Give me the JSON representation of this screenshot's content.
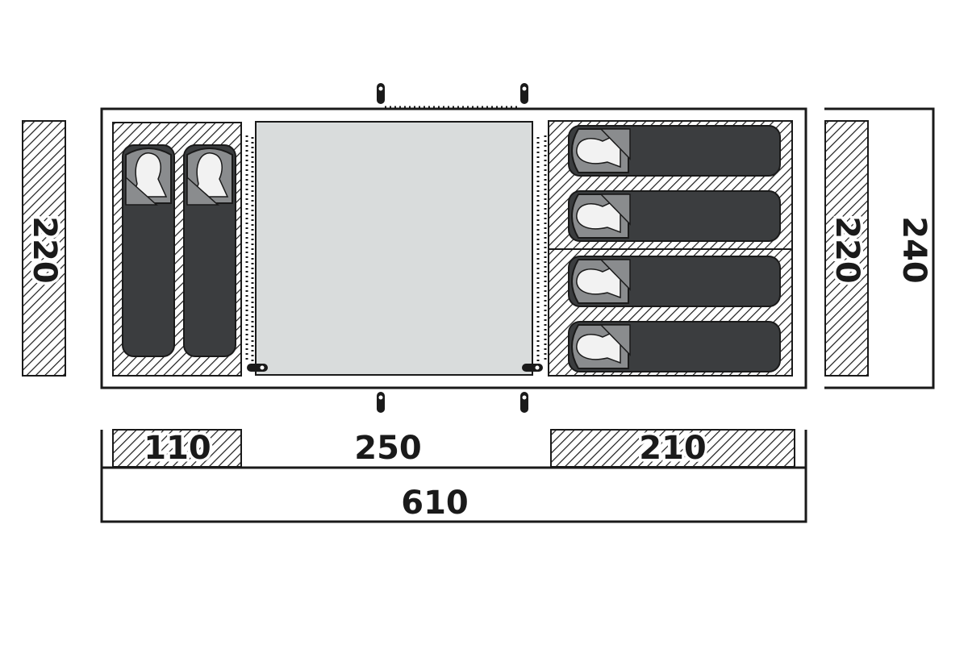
{
  "dimensions": {
    "left_bedroom_depth": "220",
    "right_bedroom_depth": "220",
    "total_depth": "240",
    "left_bedroom_width": "110",
    "living_area_width": "250",
    "right_bedroom_width": "210",
    "total_length": "610"
  },
  "layout": {
    "left_bedroom_sleepers": 2,
    "right_bedroom_sleepers": 4
  },
  "colors": {
    "outline": "#1a1a1a",
    "living_area_fill": "#d9dcdc",
    "sleeping_bag": "#3b3d3f",
    "sleeping_bag_flap": "#8a8c8e",
    "head": "#f2f2f2",
    "hatch": "#1a1a1a"
  }
}
